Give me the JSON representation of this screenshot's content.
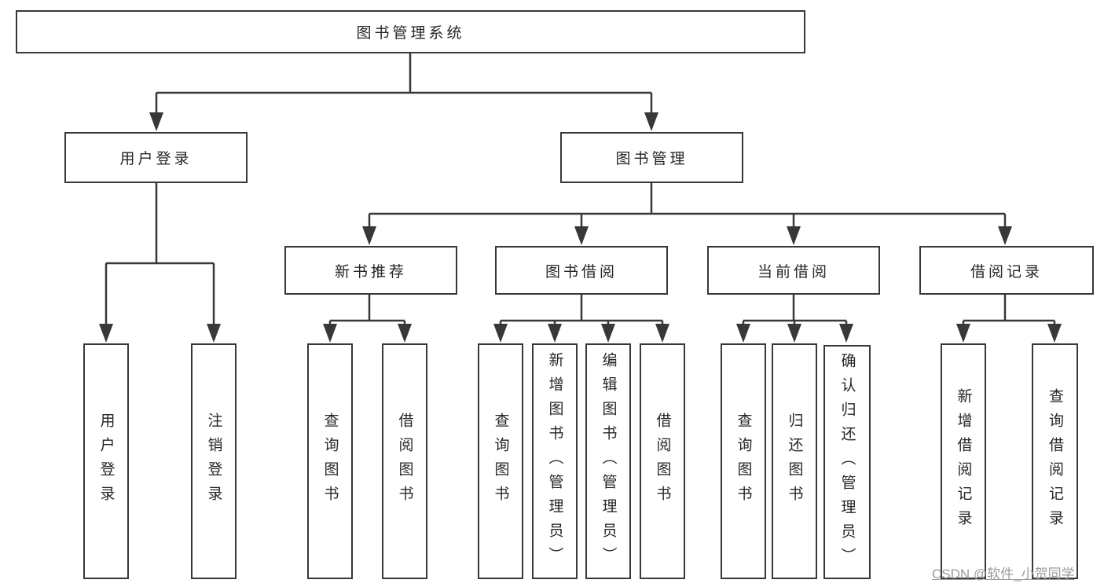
{
  "diagram_title": "图书管理系统",
  "nodes": {
    "root": "图书管理系统",
    "user_login": "用户登录",
    "book_management": "图书管理",
    "new_book_recommend": "新书推荐",
    "book_borrow": "图书借阅",
    "current_borrow": "当前借阅",
    "borrow_record": "借阅记录",
    "leaf_user_login": "用户登录",
    "leaf_logout": "注销登录",
    "leaf_recommend_query": "查询图书",
    "leaf_recommend_borrow": "借阅图书",
    "leaf_borrow_query": "查询图书",
    "leaf_borrow_add": "新增图书（管理员）",
    "leaf_borrow_edit": "编辑图书（管理员）",
    "leaf_borrow_lend": "借阅图书",
    "leaf_current_query": "查询图书",
    "leaf_current_return": "归还图书",
    "leaf_current_confirm": "确认归还（管理员）",
    "leaf_record_add": "新增借阅记录",
    "leaf_record_query": "查询借阅记录"
  },
  "watermark": "CSDN @软件_小贺同学",
  "colors": {
    "background": "#ffffff",
    "box_fill": "#ffffff",
    "box_border": "#383838",
    "connector_line": "#383838",
    "text": "#262626",
    "watermark": "#9b9b9b"
  }
}
